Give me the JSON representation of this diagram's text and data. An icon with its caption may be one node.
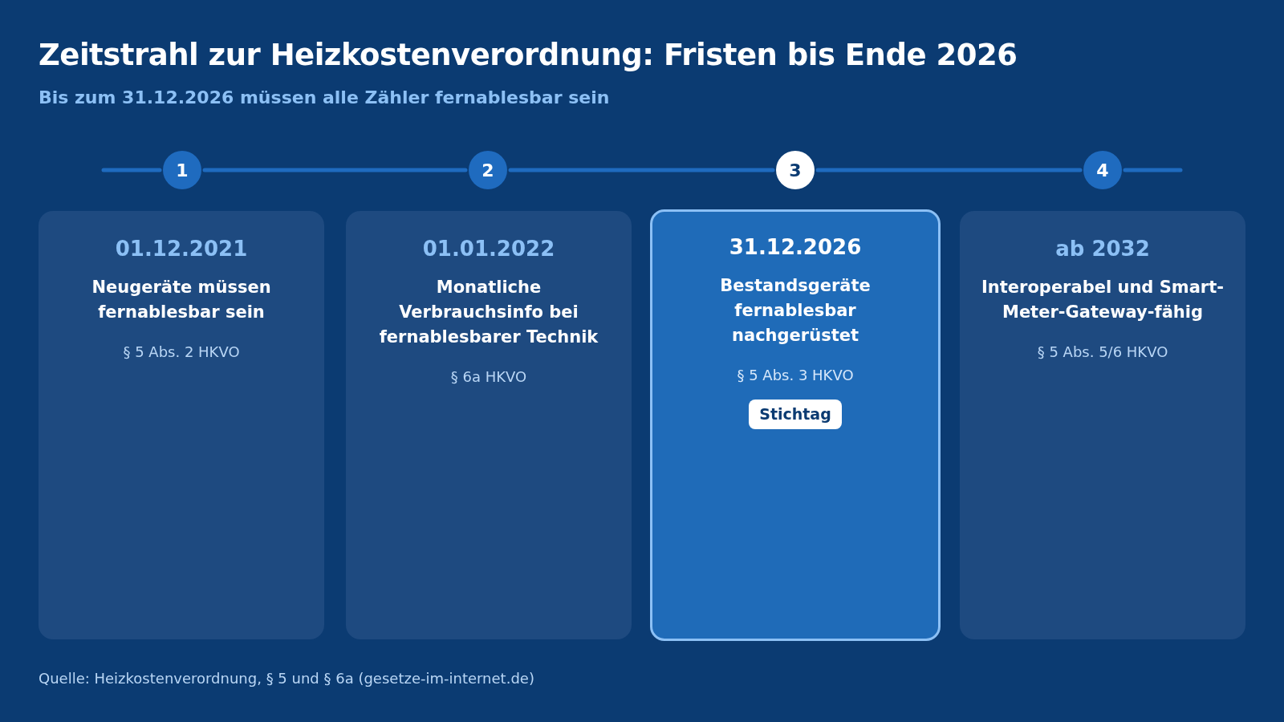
{
  "diagram": {
    "title": "Zeitstrahl zur Heizkostenverordnung: Fristen bis Ende 2026",
    "caption": "Quelle: Heizkostenverordnung, § 5 und § 6a (gesetze-im-internet.de)",
    "nodes": [
      {
        "text": [
          "1"
        ]
      },
      {
        "text": [
          "2"
        ]
      },
      {
        "text": [
          "3"
        ]
      },
      {
        "text": [
          "4"
        ]
      },
      {
        "text": [
          "01.12.2021",
          "Neugeräte müssen fernablesbar sein",
          "§ 5 Abs. 2 HKVO"
        ]
      },
      {
        "text": [
          "01.01.2022",
          "Monatliche Verbrauchsinfo bei fernablesbarer Technik",
          "§ 6a HKVO"
        ]
      },
      {
        "text": [
          "31.12.2026",
          "Bestandsgeräte fernablesbar nachgerüstet",
          "§ 5 Abs. 3 HKVO"
        ]
      },
      {
        "text": [
          "Stichtag"
        ],
        "in": 6
      },
      {
        "text": [
          "ab 2032",
          "Interoperabel und Smart-Meter-Gateway-fähig",
          "§ 5 Abs. 5/6 HKVO"
        ]
      }
    ],
    "edges": [
      {
        "from": null,
        "to": 0,
        "arrow": "none"
      },
      {
        "from": 0,
        "to": 1,
        "arrow": "none"
      },
      {
        "from": 1,
        "to": 2,
        "arrow": "none"
      },
      {
        "from": 2,
        "to": 3,
        "arrow": "none"
      },
      {
        "from": 3,
        "to": null,
        "arrow": "none"
      }
    ],
    "labels": [
      "Bis zum 31.12.2026 müssen alle Zähler fernablesbar sein"
    ]
  }
}
